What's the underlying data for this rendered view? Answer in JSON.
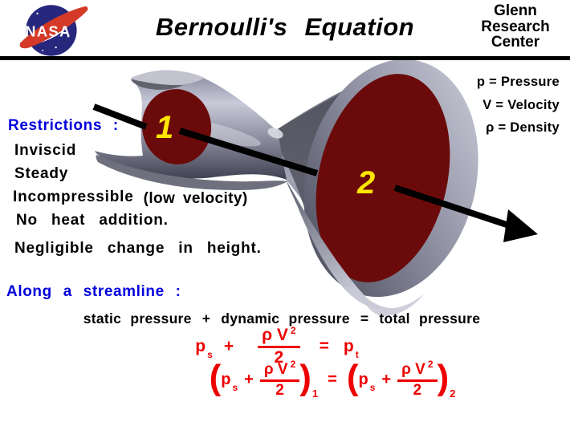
{
  "header": {
    "title": "Bernoulli's Equation",
    "logo_text": "NASA",
    "org": {
      "line1": "Glenn",
      "line2": "Research",
      "line3": "Center"
    }
  },
  "legend": {
    "pressure": "p = Pressure",
    "velocity": "V = Velocity",
    "density": "ρ = Density"
  },
  "restrictions": {
    "heading": "Restrictions :",
    "items": [
      "Inviscid",
      "Steady",
      "Incompressible",
      "No heat addition.",
      "Negligible change in height."
    ],
    "note": "(low velocity)"
  },
  "streamline_heading": "Along a streamline :",
  "stations": {
    "one": "1",
    "two": "2"
  },
  "word_equation": {
    "term1": "static pressure",
    "plus": "+",
    "term2": "dynamic pressure",
    "equals": "=",
    "term3": "total pressure"
  },
  "formula": {
    "p": "p",
    "s": "s",
    "t": "t",
    "plus": "+",
    "equals": "=",
    "rho_v": "ρ V",
    "exp": "2",
    "half_den": "2",
    "open_paren": "(",
    "close_paren": ")",
    "station_1": "1",
    "station_2": "2"
  },
  "colors": {
    "accent_blue": "#0000dd",
    "equation_red": "#ee0000",
    "section_maroon": "#6b0a0a",
    "station_yellow": "#ffe600",
    "nasa_blue": "#27277e",
    "nasa_red": "#d43a27"
  }
}
